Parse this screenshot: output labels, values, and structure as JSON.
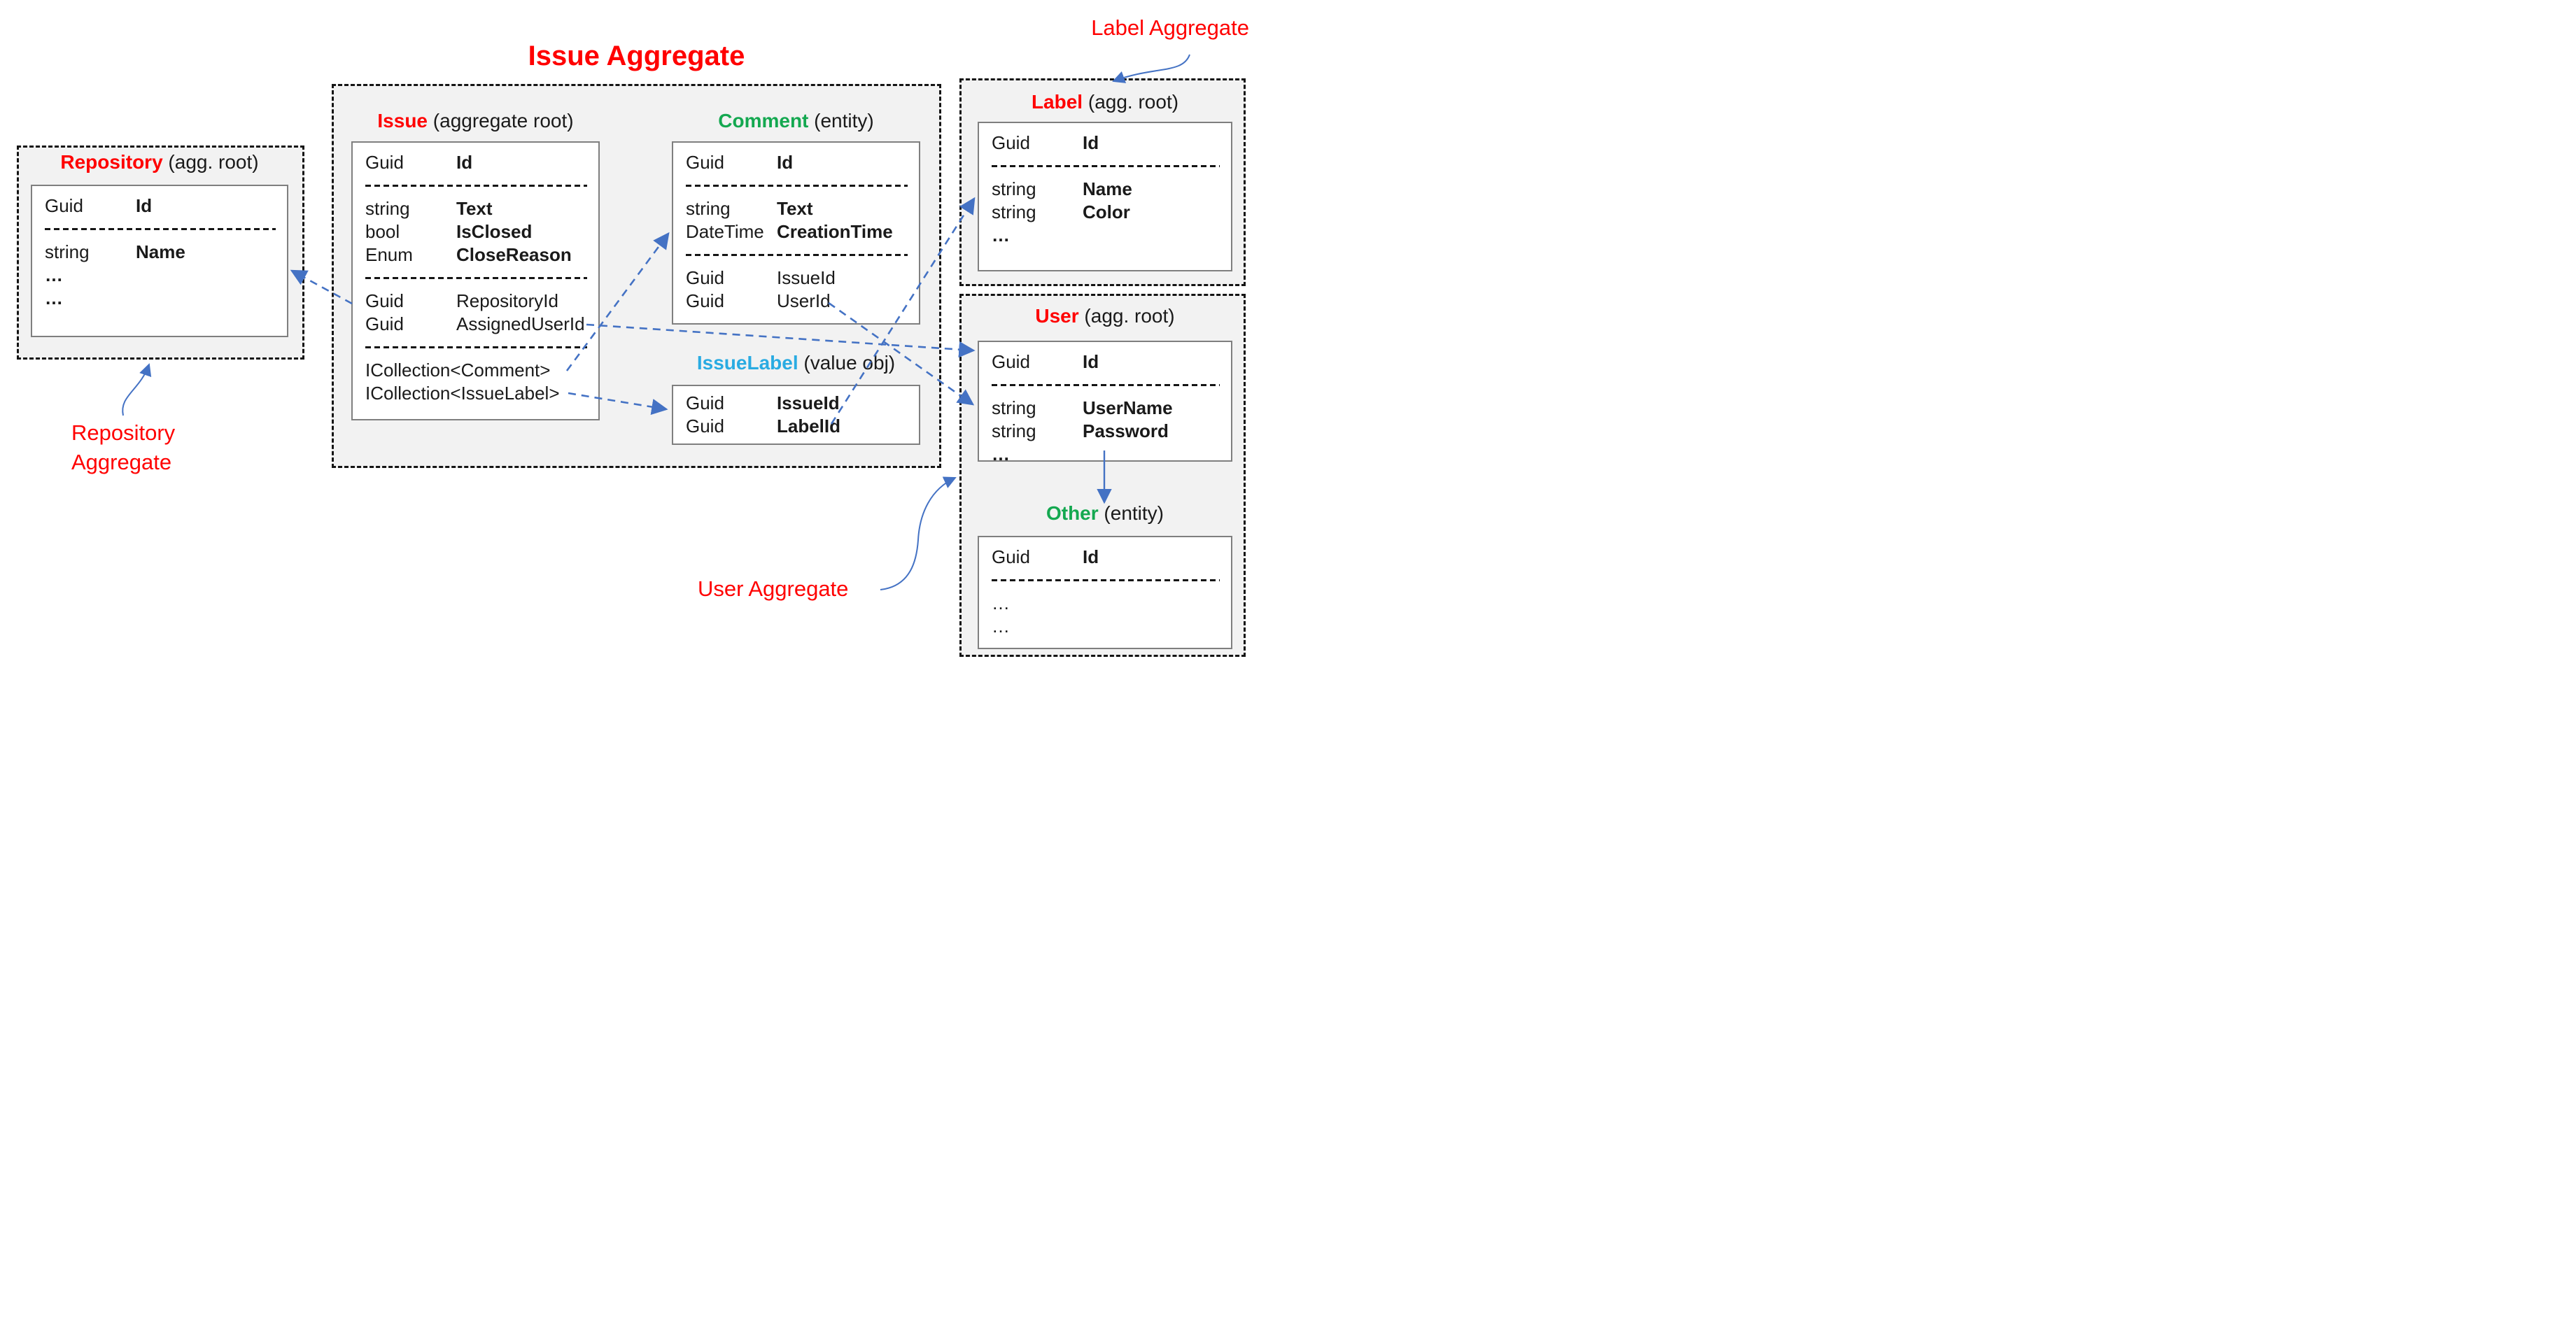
{
  "diagram_title": "Issue Aggregate",
  "annotations": {
    "label_aggregate": "Label Aggregate",
    "repository_aggregate_line1": "Repository",
    "repository_aggregate_line2": "Aggregate",
    "user_aggregate": "User Aggregate"
  },
  "colors": {
    "heading_red": "#FF0000",
    "entity_green": "#14A850",
    "value_object_cyan": "#29ABE2",
    "connector_blue": "#4472C4",
    "container_fill": "#F2F2F2",
    "container_border": "#141414",
    "entity_border": "#7F7F7F",
    "text": "#1A1A1A"
  },
  "boxes": {
    "repository": {
      "title": "Repository",
      "kind": " (agg. root)",
      "rows": [
        {
          "type": "Guid",
          "name": "Id",
          "bold": true
        },
        {
          "sep": true
        },
        {
          "type": "string",
          "name": "Name",
          "bold": true
        },
        {
          "single": "…",
          "bold": true
        },
        {
          "single": "…",
          "bold": true
        }
      ]
    },
    "issue": {
      "title": "Issue",
      "kind": " (aggregate root)",
      "rows": [
        {
          "type": "Guid",
          "name": "Id",
          "bold": true
        },
        {
          "sep": true
        },
        {
          "type": "string",
          "name": "Text",
          "bold": true
        },
        {
          "type": "bool",
          "name": "IsClosed",
          "bold": true
        },
        {
          "type": "Enum",
          "name": "CloseReason",
          "bold": true
        },
        {
          "sep": true
        },
        {
          "type": "Guid",
          "name": "RepositoryId",
          "bold": false
        },
        {
          "type": "Guid",
          "name": "AssignedUserId",
          "bold": false
        },
        {
          "sep": true
        },
        {
          "single": "ICollection<Comment>",
          "bold": false
        },
        {
          "single": "ICollection<IssueLabel>",
          "bold": false
        }
      ]
    },
    "comment": {
      "title": "Comment",
      "kind": " (entity)",
      "rows": [
        {
          "type": "Guid",
          "name": "Id",
          "bold": true
        },
        {
          "sep": true
        },
        {
          "type": "string",
          "name": "Text",
          "bold": true
        },
        {
          "type": "DateTime",
          "name": "CreationTime",
          "bold": true
        },
        {
          "sep": true
        },
        {
          "type": "Guid",
          "name": "IssueId",
          "bold": false
        },
        {
          "type": "Guid",
          "name": "UserId",
          "bold": false
        }
      ]
    },
    "issuelabel": {
      "title": "IssueLabel",
      "kind": " (value obj)",
      "rows": [
        {
          "type": "Guid",
          "name": "IssueId",
          "bold": true
        },
        {
          "type": "Guid",
          "name": "LabelId",
          "bold": true
        }
      ]
    },
    "label": {
      "title": "Label",
      "kind": " (agg. root)",
      "rows": [
        {
          "type": "Guid",
          "name": "Id",
          "bold": true
        },
        {
          "sep": true
        },
        {
          "type": "string",
          "name": "Name",
          "bold": true
        },
        {
          "type": "string",
          "name": "Color",
          "bold": true
        },
        {
          "single": "…",
          "bold": true
        }
      ]
    },
    "user": {
      "title": "User",
      "kind": " (agg. root)",
      "rows": [
        {
          "type": "Guid",
          "name": "Id",
          "bold": true
        },
        {
          "sep": true
        },
        {
          "type": "string",
          "name": "UserName",
          "bold": true
        },
        {
          "type": "string",
          "name": "Password",
          "bold": true
        },
        {
          "single": "…",
          "bold": true
        }
      ]
    },
    "other": {
      "title": "Other",
      "kind": " (entity)",
      "rows": [
        {
          "type": "Guid",
          "name": "Id",
          "bold": true
        },
        {
          "sep": true
        },
        {
          "single": "…",
          "bold": false
        },
        {
          "single": "…",
          "bold": false
        }
      ]
    }
  },
  "connections": [
    {
      "from": "Issue.RepositoryId",
      "to": "Repository",
      "style": "dashed-arrow"
    },
    {
      "from": "Issue.ICollection<Comment>",
      "to": "Comment",
      "style": "dashed-arrow"
    },
    {
      "from": "Issue.ICollection<IssueLabel>",
      "to": "IssueLabel",
      "style": "dashed-arrow"
    },
    {
      "from": "Issue.AssignedUserId",
      "to": "User",
      "style": "dashed-arrow"
    },
    {
      "from": "Comment.UserId",
      "to": "User",
      "style": "dashed-arrow"
    },
    {
      "from": "IssueLabel.LabelId",
      "to": "Label",
      "style": "dashed-arrow"
    },
    {
      "from": "User",
      "to": "Other",
      "style": "solid-arrow"
    },
    {
      "from": "Label Aggregate annotation",
      "to": "Label container",
      "style": "curved-pointer"
    },
    {
      "from": "Repository Aggregate annotation",
      "to": "Repository container",
      "style": "curved-pointer"
    },
    {
      "from": "User Aggregate annotation",
      "to": "User container",
      "style": "curved-pointer"
    }
  ]
}
